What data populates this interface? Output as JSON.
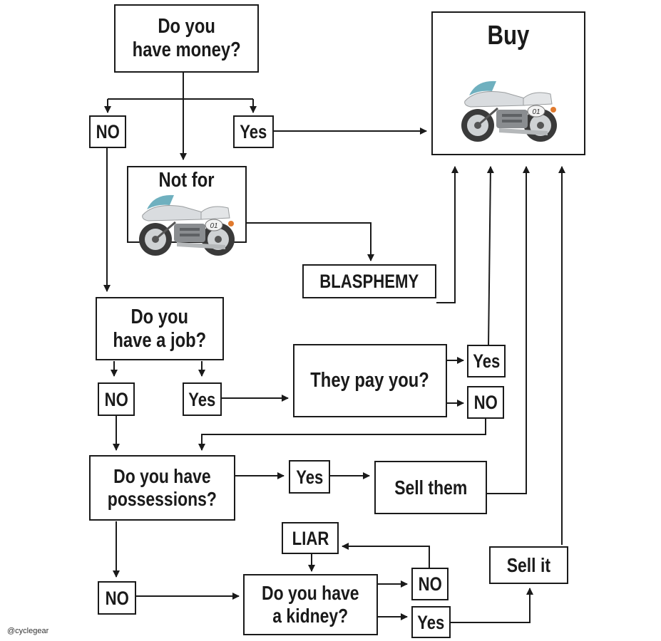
{
  "nodes": {
    "have_money": "Do you\nhave money?",
    "buy": "Buy",
    "no_1": "NO",
    "yes_1": "Yes",
    "not_for": "Not for",
    "blasphemy": "BLASPHEMY",
    "have_job": "Do you\nhave a job?",
    "they_pay": "They pay you?",
    "yes_pay": "Yes",
    "no_pay": "NO",
    "no_job": "NO",
    "yes_job": "Yes",
    "have_possessions": "Do you have\npossessions?",
    "yes_possessions": "Yes",
    "sell_them": "Sell them",
    "liar": "LIAR",
    "sell_it": "Sell it",
    "no_possessions": "NO",
    "have_kidney": "Do you have\na kidney?",
    "no_kidney": "NO",
    "yes_kidney": "Yes"
  },
  "motorcycle_number": "01",
  "credit": "@cyclegear",
  "colors": {
    "ink": "#1a1a1a",
    "windscreen": "#6fb0bf",
    "body": "#d9dcdf",
    "engine": "#8a8d90"
  }
}
